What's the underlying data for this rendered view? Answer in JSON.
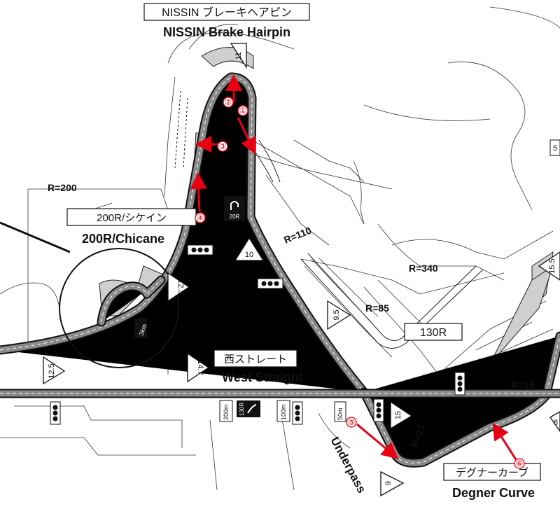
{
  "corners": {
    "hairpin_jp": "NISSIN ブレーキヘアピン",
    "hairpin_en": "NISSIN Brake Hairpin",
    "chicane_jp": "200R/シケイン",
    "chicane_en": "200R/Chicane",
    "west_jp": "西ストレート",
    "west_en": "West Straight",
    "r130": "130R",
    "degner_jp": "デグナーカーブ",
    "degner_en": "Degner Curve",
    "underpass": "Underpass"
  },
  "radii": {
    "r200": "R=200",
    "r110": "R=110",
    "r340": "R=340",
    "r85": "R=85",
    "r15": "R=15",
    "r25": "R=25"
  },
  "markers": {
    "m11": "11",
    "m10": "10",
    "m9_5": "9.5",
    "m12_3": "12.3",
    "m12_5": "12.5",
    "m14_7": "14.7",
    "m15": "15",
    "m15_5": "15.5",
    "m9": "9",
    "m5": "5",
    "m8": "8"
  },
  "signs": {
    "hairpin_speed": "20R",
    "r130_speed": "130R",
    "d200": "200m",
    "d100": "100m",
    "d50": "50m",
    "d3km": "3km"
  },
  "arrows": [
    "①",
    "②",
    "③",
    "④",
    "⑤",
    "⑥"
  ],
  "colors": {
    "arrow": "#e60012",
    "track": "#8a8a8a",
    "outline": "#111111"
  }
}
